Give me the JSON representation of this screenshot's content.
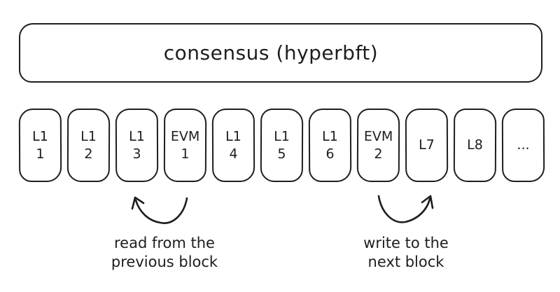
{
  "canvas": {
    "background": "#ffffff",
    "stroke_color": "#1e1e1e"
  },
  "consensus": {
    "title": "consensus (hyperbft)"
  },
  "blocks": [
    {
      "line1": "L1",
      "line2": "1"
    },
    {
      "line1": "L1",
      "line2": "2"
    },
    {
      "line1": "L1",
      "line2": "3"
    },
    {
      "line1": "EVM",
      "line2": "1"
    },
    {
      "line1": "L1",
      "line2": "4"
    },
    {
      "line1": "L1",
      "line2": "5"
    },
    {
      "line1": "L1",
      "line2": "6"
    },
    {
      "line1": "EVM",
      "line2": "2"
    },
    {
      "line1": "L7",
      "line2": ""
    },
    {
      "line1": "L8",
      "line2": ""
    },
    {
      "line1": "...",
      "line2": ""
    }
  ],
  "annotations": {
    "read": {
      "line1": "read from the",
      "line2": "previous block"
    },
    "write": {
      "line1": "write to the",
      "line2": "next block"
    }
  }
}
